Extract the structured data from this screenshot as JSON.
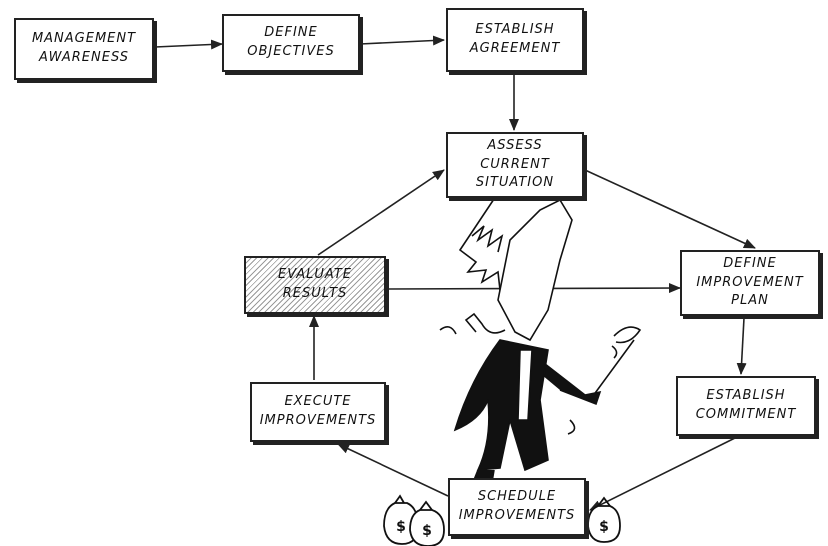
{
  "diagram": {
    "nodes": {
      "management_awareness": "MANAGEMENT\nAWARENESS",
      "define_objectives": "DEFINE\nOBJECTIVES",
      "establish_agreement": "ESTABLISH\nAGREEMENT",
      "assess_current_situation": "ASSESS\nCURRENT\nSITUATION",
      "define_improvement_plan": "DEFINE\nIMPROVEMENT\nPLAN",
      "establish_commitment": "ESTABLISH\nCOMMITMENT",
      "schedule_improvements": "SCHEDULE\nIMPROVEMENTS",
      "execute_improvements": "EXECUTE\nIMPROVEMENTS",
      "evaluate_results": "EVALUATE\nRESULTS"
    },
    "edges": [
      [
        "management_awareness",
        "define_objectives"
      ],
      [
        "define_objectives",
        "establish_agreement"
      ],
      [
        "establish_agreement",
        "assess_current_situation"
      ],
      [
        "assess_current_situation",
        "define_improvement_plan"
      ],
      [
        "define_improvement_plan",
        "establish_commitment"
      ],
      [
        "establish_commitment",
        "schedule_improvements"
      ],
      [
        "schedule_improvements",
        "execute_improvements"
      ],
      [
        "execute_improvements",
        "evaluate_results"
      ],
      [
        "evaluate_results",
        "assess_current_situation"
      ],
      [
        "evaluate_results",
        "define_improvement_plan"
      ]
    ],
    "money_bag_symbol": "$",
    "colors": {
      "ink": "#222222",
      "hatch": "#9a9a9a",
      "paper": "#ffffff"
    }
  }
}
